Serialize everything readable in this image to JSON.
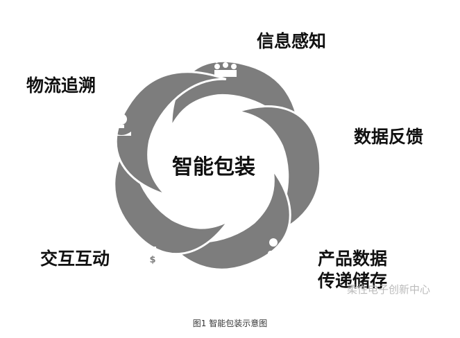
{
  "center_label": "智能包装",
  "labels": {
    "info": "信息感知",
    "feedback": "数据反馈",
    "storage_line1": "产品数据",
    "storage_line2": "传递储存",
    "interaction": "交互互动",
    "trace": "物流追溯"
  },
  "watermark": "柔性电子创新中心",
  "caption": "图1 智能包装示意图",
  "colors": {
    "petal": "#7d7d7d",
    "text": "#111111"
  }
}
